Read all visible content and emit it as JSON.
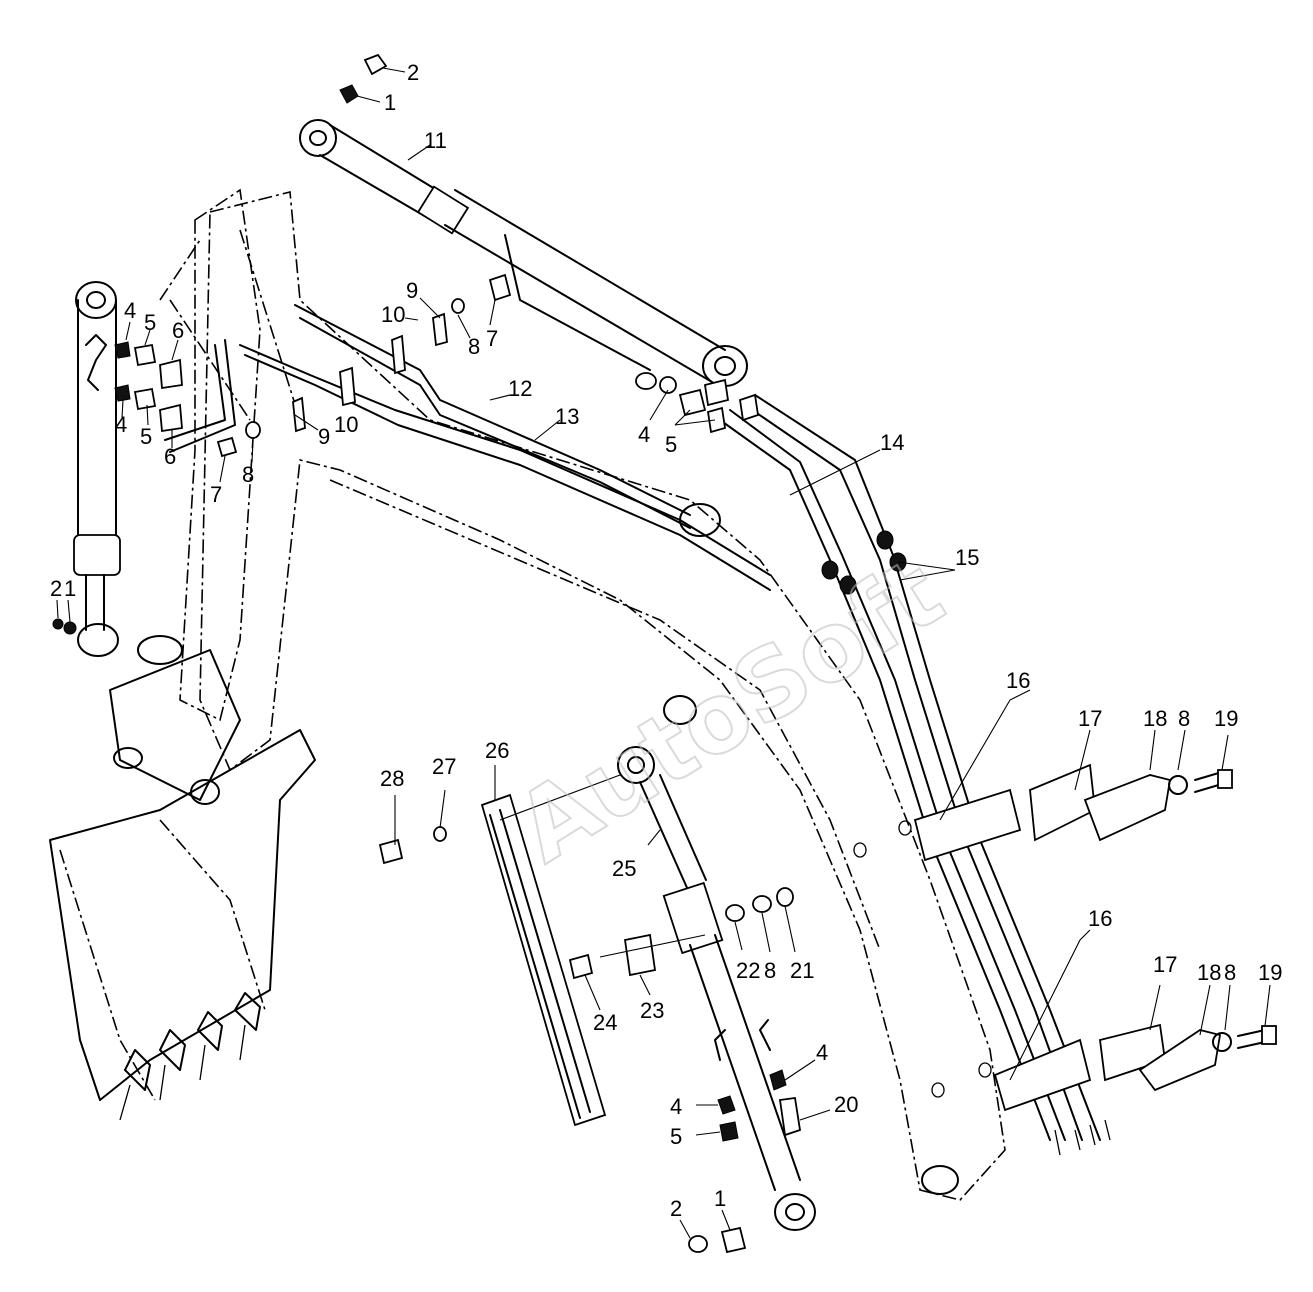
{
  "watermark": "AutoSoft",
  "callouts": {
    "c2_top": "2",
    "c1_top": "1",
    "c11": "11",
    "c4_a": "4",
    "c5_a": "5",
    "c6_a": "6",
    "c4_b": "4",
    "c5_b": "5",
    "c6_b": "6",
    "c7_left": "7",
    "c8_left": "8",
    "c9_left": "9",
    "c10_left": "10",
    "c9_mid": "9",
    "c10_mid": "10",
    "c8_mid": "8",
    "c7_mid": "7",
    "c12": "12",
    "c13": "13",
    "c4_mid": "4",
    "c5_mid": "5",
    "c14": "14",
    "c15": "15",
    "c2_left": "2",
    "c1_left": "1",
    "c16_a": "16",
    "c17_a": "17",
    "c18_a": "18",
    "c8_a": "8",
    "c19_a": "19",
    "c16_b": "16",
    "c17_b": "17",
    "c18_b": "18",
    "c8_b": "8",
    "c19_b": "19",
    "c28": "28",
    "c27": "27",
    "c26": "26",
    "c25": "25",
    "c22": "22",
    "c8_c": "8",
    "c21": "21",
    "c24": "24",
    "c23": "23",
    "c4_c": "4",
    "c4_d": "4",
    "c20": "20",
    "c5_c": "5",
    "c2_bot": "2",
    "c1_bot": "1"
  }
}
